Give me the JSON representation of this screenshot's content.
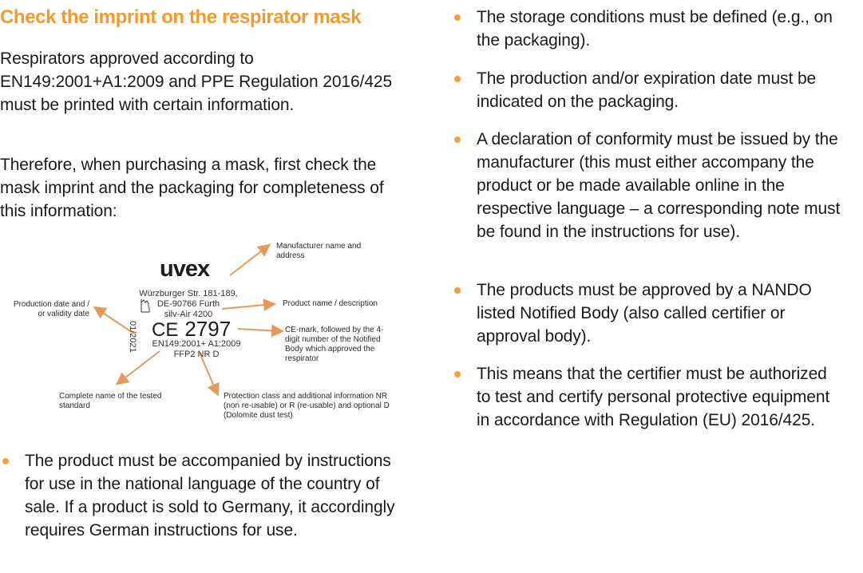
{
  "heading": "Check the imprint on the respirator mask",
  "intro": {
    "paragraph_1": "Respirators approved according to EN149:2001+A1:2009 and PPE Regulation 2016/425 must be printed with certain information.",
    "paragraph_2": "Therefore, when purchasing a mask, first check the mask imprint and the packaging for completeness of this information:"
  },
  "figure": {
    "brand": "uvex",
    "address_line_1": "Würzburger Str. 181-189,",
    "address_line_2": "DE-90766 Fürth",
    "product": "silv-Air 4200",
    "ce_mark": "CE",
    "notified_body_number": "2797",
    "standard": "EN149:2001+ A1:2009",
    "protection_class": "FFP2 NR D",
    "date": "01/2021",
    "labels": {
      "manufacturer": "Manufacturer name and address",
      "product": "Product name / description",
      "production_date": "Production date and / or validity date",
      "ce_mark": "CE-mark, followed by the 4-digit number of the Notified Body which approved the respirator",
      "standard": "Complete name of the tested standard",
      "protection_class": "Protection class and additional information NR (non re-usable) or R (re-usable) and optional D (Dolomite dust test)"
    },
    "accent_color": "#E6995A"
  },
  "left_bullets": [
    {
      "text": "The product must be accompanied by instructions for use in the national language of the country of sale. If a product is sold to Germany, it accordingly requires German instructions for use."
    }
  ],
  "right_bullets": [
    {
      "text": "The storage conditions must be defined (e.g., on the packaging)."
    },
    {
      "text": "The production and/or expiration date must be indicated on the packaging."
    },
    {
      "text": "A declaration of conformity must be issued by the manufacturer (this must either accompany the product or be made available online in the respective language – a corresponding note must be found in the instructions for use)."
    },
    {
      "text": "The products must be approved by a NANDO listed Notified Body (also called certifier or approval body)."
    },
    {
      "text": "This means that the certifier must be authorized to test and certify personal protective equipment in accordance with Regulation (EU) 2016/425."
    }
  ],
  "colors": {
    "heading": "#F39A2B",
    "bullet": "#F5A03A",
    "text": "#1a1a1a"
  }
}
